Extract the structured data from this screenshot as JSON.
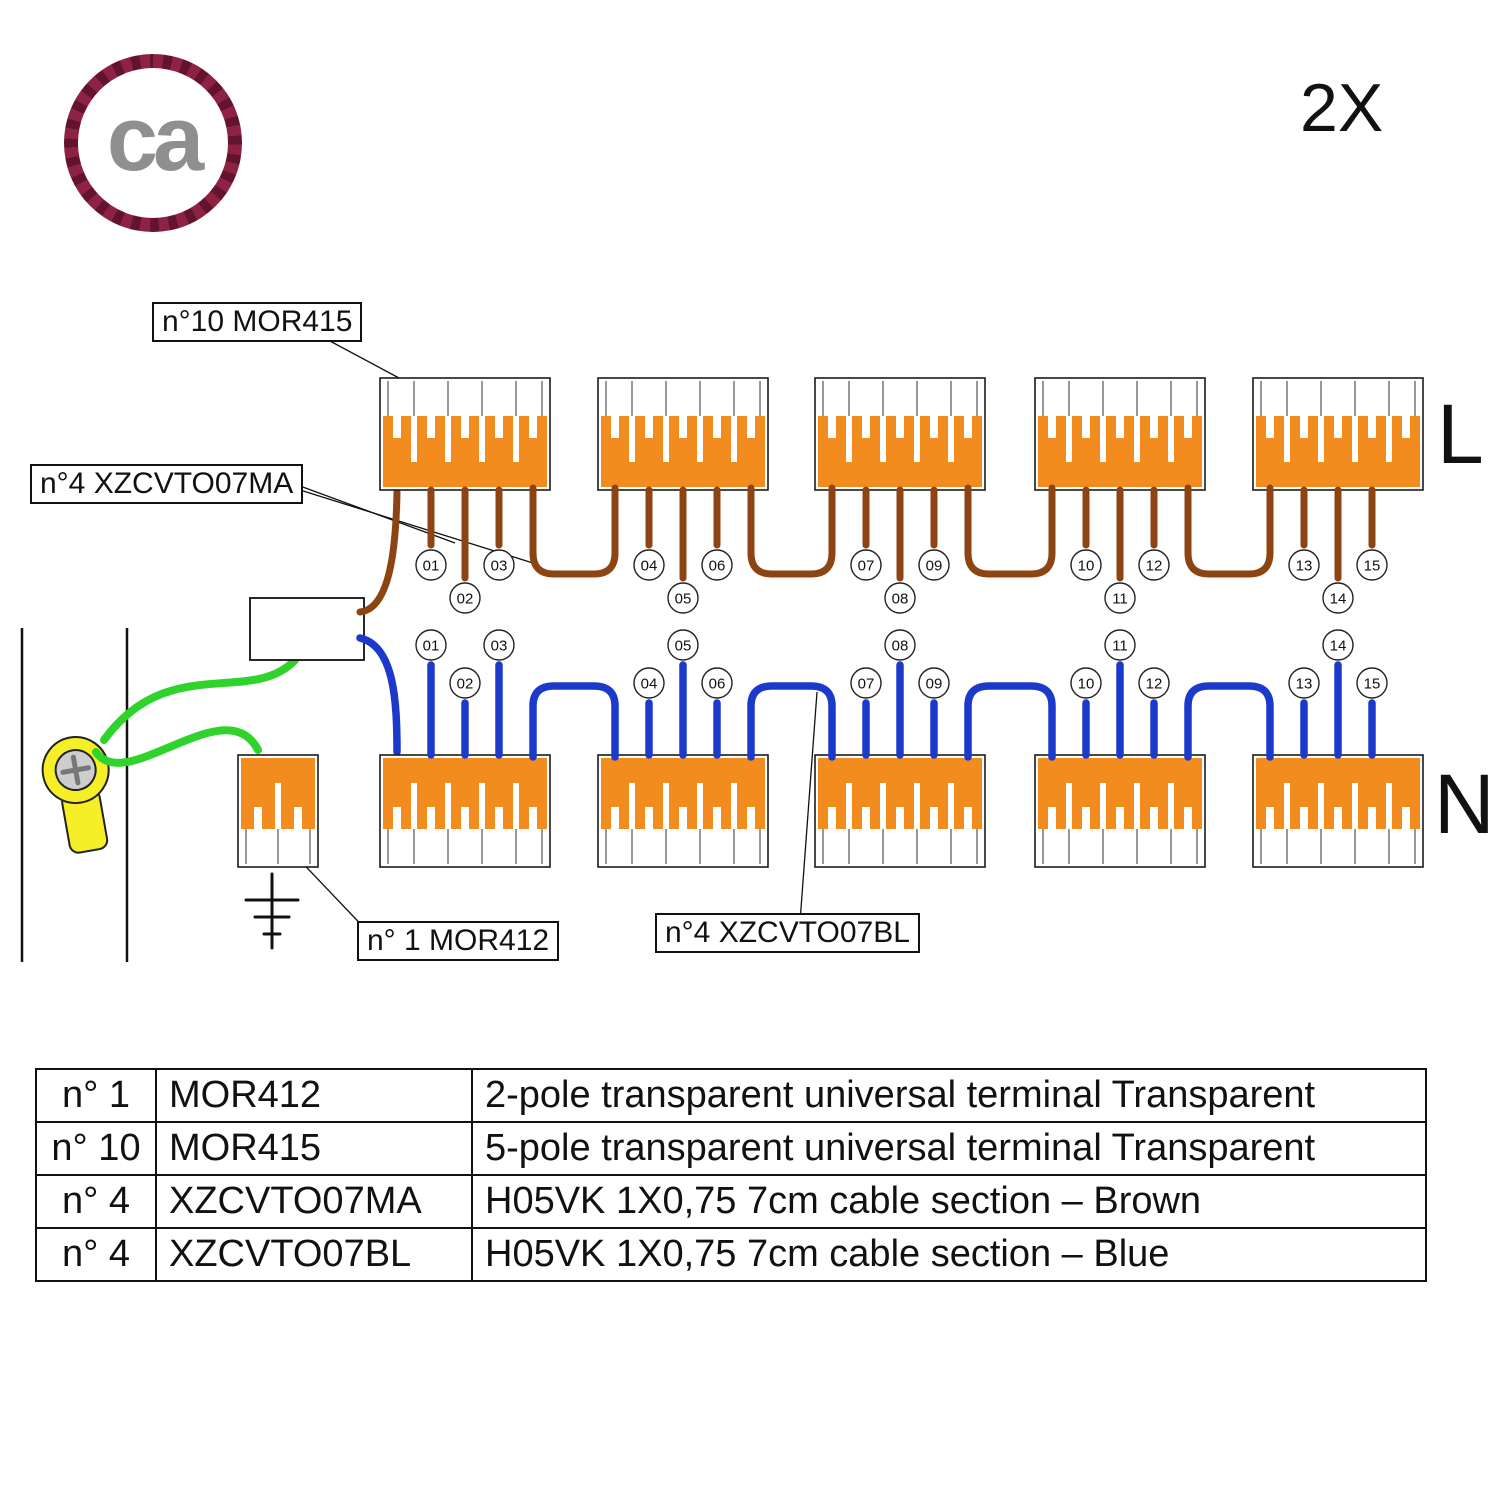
{
  "page": {
    "quantity_label": "2X",
    "line_label": "L",
    "neutral_label": "N"
  },
  "logo": {
    "text": "ca"
  },
  "callouts": {
    "mor415": "n°10  MOR415",
    "brown_cable": "n°4 XZCVTO07MA",
    "mor412": "n° 1 MOR412",
    "blue_cable": "n°4 XZCVTO07BL"
  },
  "wire_numbers": {
    "top": [
      "01",
      "02",
      "03",
      "04",
      "05",
      "06",
      "07",
      "08",
      "09",
      "10",
      "11",
      "12",
      "13",
      "14",
      "15"
    ],
    "bottom": [
      "01",
      "02",
      "03",
      "04",
      "05",
      "06",
      "07",
      "08",
      "09",
      "10",
      "11",
      "12",
      "13",
      "14",
      "15"
    ]
  },
  "colors": {
    "terminal_orange": "#F28C1E",
    "wire_brown": "#8C4512",
    "wire_blue": "#1B3ACC",
    "wire_green": "#2FD32B",
    "ground_yellow": "#F6EF27",
    "logo_maroon": "#8E2242",
    "logo_gray": "#8F8F8F"
  },
  "table": {
    "rows": [
      {
        "qty": "n° 1",
        "code": "MOR412",
        "desc": "2-pole transparent universal terminal Transparent"
      },
      {
        "qty": "n° 10",
        "code": "MOR415",
        "desc": "5-pole transparent universal terminal Transparent"
      },
      {
        "qty": "n° 4",
        "code": "XZCVTO07MA",
        "desc": "H05VK 1X0,75 7cm cable section – Brown"
      },
      {
        "qty": "n° 4",
        "code": "XZCVTO07BL",
        "desc": "H05VK 1X0,75 7cm cable section – Blue"
      }
    ]
  }
}
